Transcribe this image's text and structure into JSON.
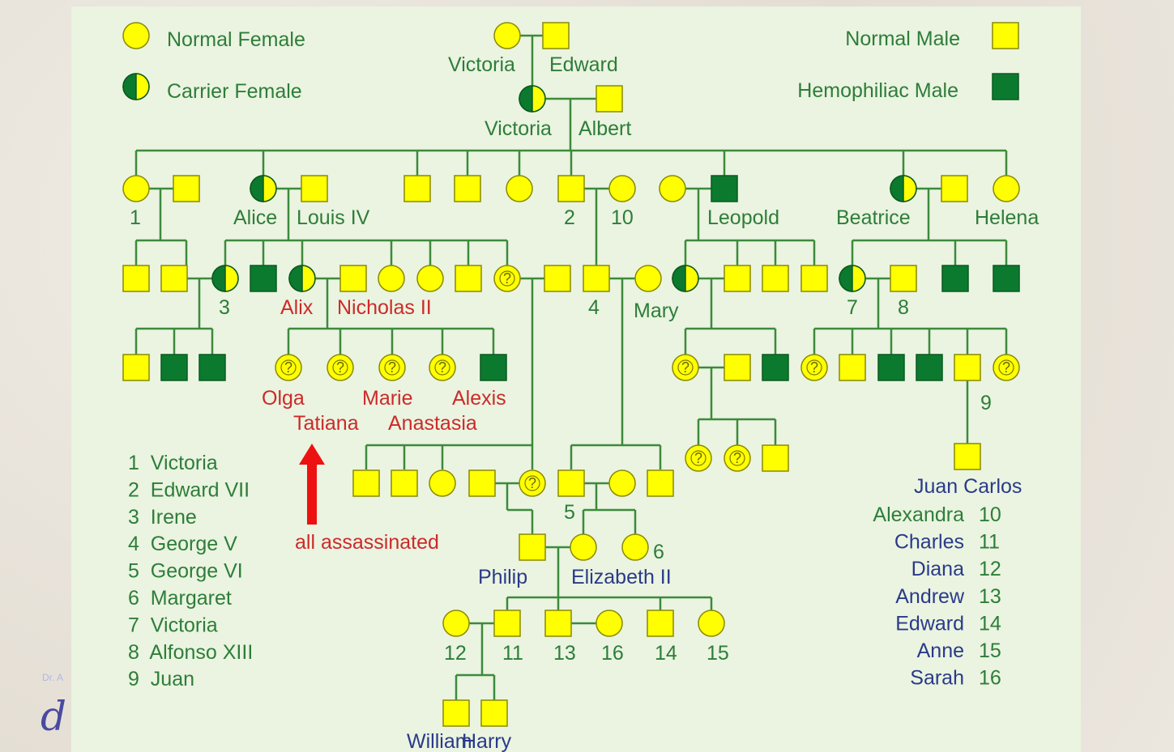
{
  "legend": {
    "normal_female": "Normal Female",
    "carrier_female": "Carrier Female",
    "normal_male": "Normal Male",
    "hemophiliac_male": "Hemophiliac Male"
  },
  "colors": {
    "normal": "#ffff00",
    "affected": "#0b7a2e",
    "line": "#3c8a3c",
    "label": "#2e7d3a",
    "red_label": "#cc2a2a",
    "blue_label": "#2a3a8a"
  },
  "names": {
    "victoria_top": "Victoria",
    "edward_top": "Edward",
    "victoria": "Victoria",
    "albert": "Albert",
    "one": "1",
    "alice": "Alice",
    "louis": "Louis IV",
    "two": "2",
    "ten": "10",
    "leopold": "Leopold",
    "beatrice": "Beatrice",
    "helena": "Helena",
    "three": "3",
    "alix": "Alix",
    "nicholas": "Nicholas II",
    "four": "4",
    "mary": "Mary",
    "seven": "7",
    "eight": "8",
    "olga": "Olga",
    "marie": "Marie",
    "alexis": "Alexis",
    "tatiana": "Tatiana",
    "anastasia": "Anastasia",
    "nine": "9",
    "juan_carlos": "Juan Carlos",
    "all_assassinated": "all assassinated",
    "five": "5",
    "six": "6",
    "philip": "Philip",
    "elizabeth": "Elizabeth II",
    "n12": "12",
    "n11": "11",
    "n13": "13",
    "n16": "16",
    "n14": "14",
    "n15": "15",
    "william": "William",
    "harry": "Harry"
  },
  "key_left": [
    "1  Victoria",
    "2  Edward VII",
    "3  Irene",
    "4  George V",
    "5  George VI",
    "6  Margaret",
    "7  Victoria",
    "8  Alfonso XIII",
    "9  Juan"
  ],
  "key_right": [
    {
      "name": "Alexandra",
      "num": "10"
    },
    {
      "name": "Charles",
      "num": "11"
    },
    {
      "name": "Diana",
      "num": "12"
    },
    {
      "name": "Andrew",
      "num": "13"
    },
    {
      "name": "Edward",
      "num": "14"
    },
    {
      "name": "Anne",
      "num": "15"
    },
    {
      "name": "Sarah",
      "num": "16"
    }
  ],
  "unknown_mark": "?",
  "logo_letter": "d"
}
